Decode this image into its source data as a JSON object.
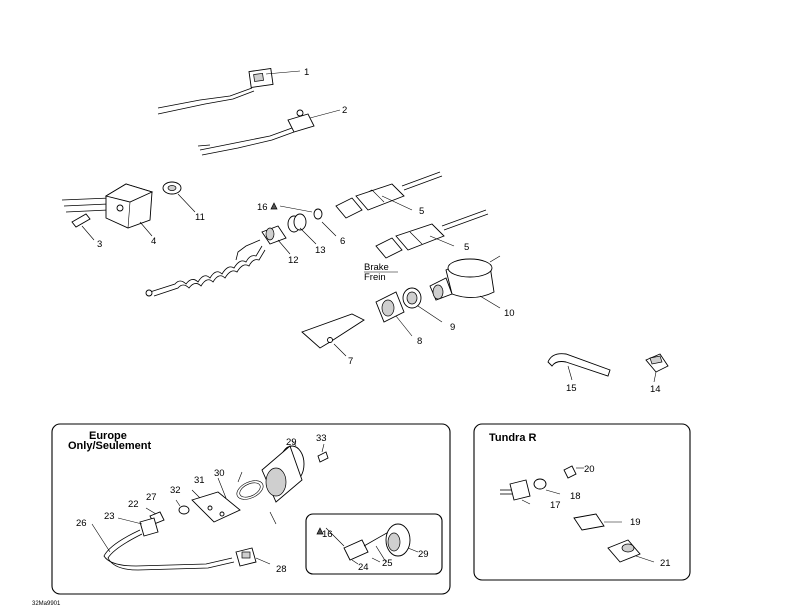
{
  "callouts": {
    "c1": "1",
    "c2": "2",
    "c3": "3",
    "c4": "4",
    "c5a": "5",
    "c5b": "5",
    "c6": "6",
    "c7": "7",
    "c8": "8",
    "c9": "9",
    "c10": "10",
    "c11": "11",
    "c12": "12",
    "c13": "13",
    "c14": "14",
    "c15": "15",
    "c16a": "16",
    "c16b": "16",
    "c17": "17",
    "c18": "18",
    "c19": "19",
    "c20": "20",
    "c21": "21",
    "c22": "22",
    "c23": "23",
    "c24": "24",
    "c25": "25",
    "c26": "26",
    "c27": "27",
    "c28": "28",
    "c29a": "29",
    "c29b": "29",
    "c30": "30",
    "c31": "31",
    "c32": "32",
    "c33": "33"
  },
  "labels": {
    "brake": "Brake",
    "frein": "Frein",
    "europe_line1": "Europe",
    "europe_line2": "Only/Seulement",
    "tundra": "Tundra R",
    "figure_code": "32Ma9901"
  }
}
